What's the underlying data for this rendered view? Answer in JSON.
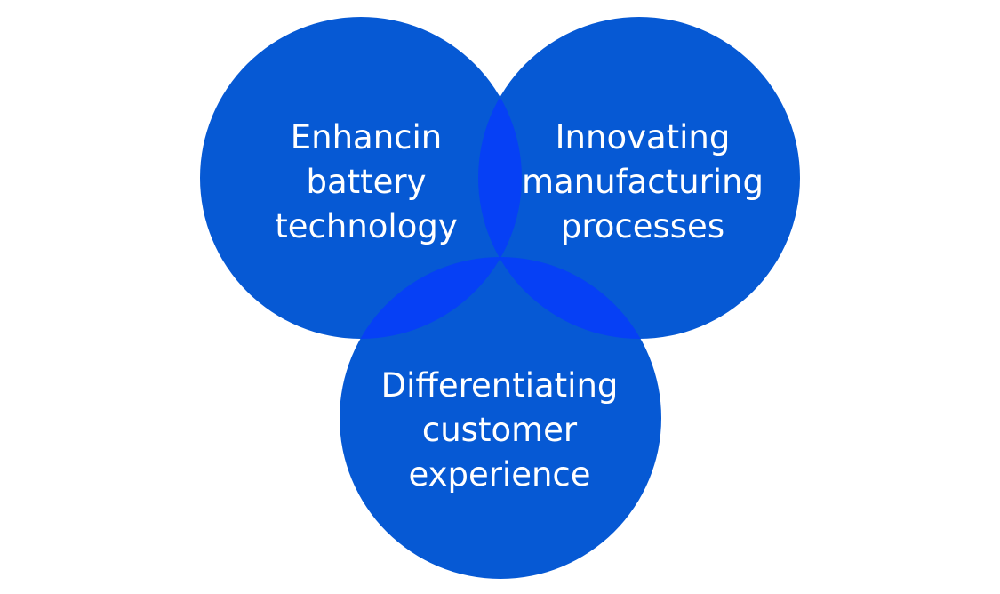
{
  "colors": {
    "circle_fill": "#0659d4",
    "overlap_fill": "#0640f5",
    "text": "#ffffff",
    "background": "#ffffff"
  },
  "circles": {
    "left": {
      "lines": [
        "Enhancin",
        "battery",
        "technology"
      ]
    },
    "right": {
      "lines": [
        "Innovating",
        "manufacturing",
        "processes"
      ]
    },
    "bottom": {
      "lines": [
        "Differentiating",
        "customer",
        "experience"
      ]
    }
  }
}
